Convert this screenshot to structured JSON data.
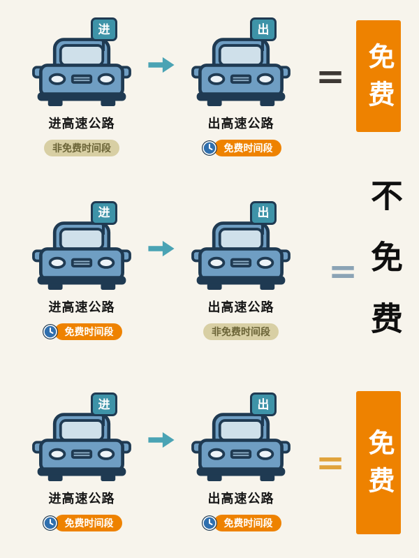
{
  "colors": {
    "page-bg": "#f7f4ec",
    "orange": "#ee8200",
    "tan": "#d8cfa4",
    "tan-text": "#6a6336",
    "teal": "#4aa3b4",
    "flag": "#3e93a8",
    "car-body": "#6f9ec3",
    "windshield": "#cfe0ea",
    "outline": "#1f3a52",
    "clock-face": "#2f6fae",
    "text-dark": "#161616",
    "equals-1": "#3d3834",
    "equals-2": "#8ba3b5",
    "equals-3": "#e0a33c"
  },
  "icons": {
    "clock": "clock-icon",
    "arrow": "arrow-right-icon",
    "car": "car-icon",
    "enter_flag": "enter-flag-icon",
    "exit_flag": "exit-flag-icon"
  },
  "rows": [
    {
      "left": {
        "flag": "进",
        "label": "进高速公路",
        "badge_text": "非免费时间段"
      },
      "right": {
        "flag": "出",
        "label": "出高速公路",
        "badge_text": "免费时间段"
      },
      "equals": "=",
      "result": "免费"
    },
    {
      "left": {
        "flag": "进",
        "label": "进高速公路",
        "badge_text": "免费时间段"
      },
      "right": {
        "flag": "出",
        "label": "出高速公路",
        "badge_text": "非免费时间段"
      },
      "equals": "=",
      "result": "不免费"
    },
    {
      "left": {
        "flag": "进",
        "label": "进高速公路",
        "badge_text": "免费时间段"
      },
      "right": {
        "flag": "出",
        "label": "出高速公路",
        "badge_text": "免费时间段"
      },
      "equals": "=",
      "result": "免费"
    }
  ]
}
